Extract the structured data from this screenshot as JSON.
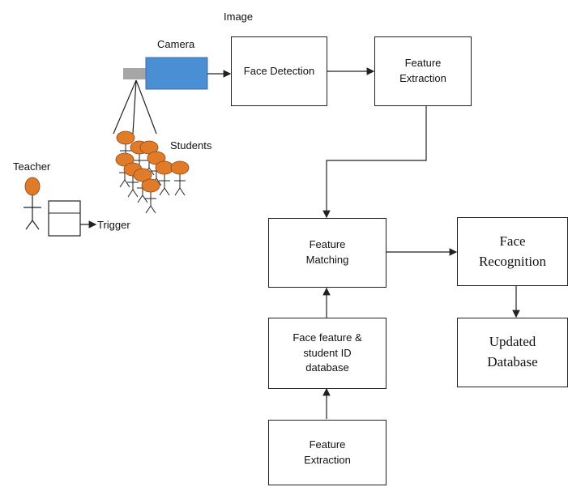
{
  "labels": {
    "image": "Image",
    "camera": "Camera",
    "students": "Students",
    "teacher": "Teacher",
    "trigger": "Trigger"
  },
  "boxes": {
    "face_detection": "Face Detection",
    "feature_extraction_top": [
      "Feature",
      "Extraction"
    ],
    "feature_matching": [
      "Feature",
      "Matching"
    ],
    "face_recognition": [
      "Face",
      "Recognition"
    ],
    "database_box": [
      "Face feature &",
      "student ID",
      "database"
    ],
    "updated_database": [
      "Updated",
      "Database"
    ],
    "feature_extraction_bottom": [
      "Feature",
      "Extraction"
    ]
  },
  "colors": {
    "camera_body": "#4a8fd4",
    "camera_lens": "#a6a6a6",
    "person_head": "#e07b2a",
    "line": "#222222"
  }
}
